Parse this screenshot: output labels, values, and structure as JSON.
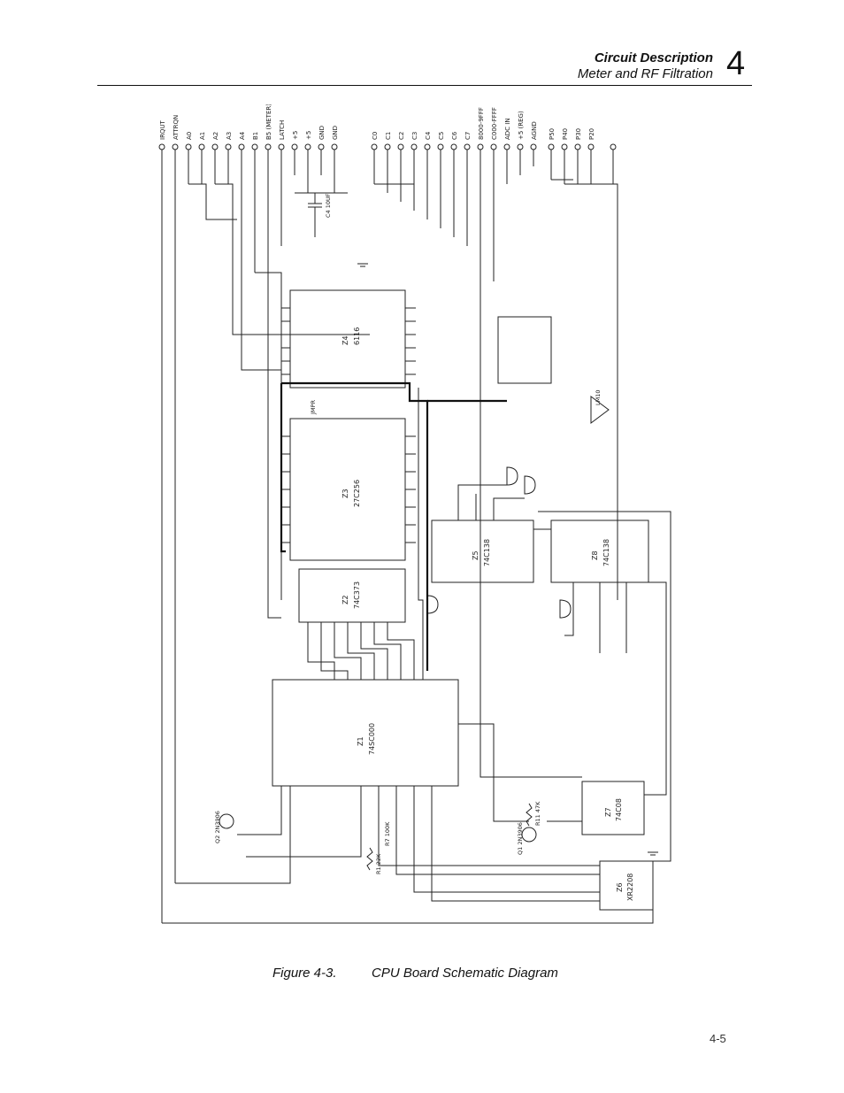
{
  "header": {
    "section_title": "Circuit Description",
    "section_subtitle": "Meter and RF Filtration",
    "chapter_number": "4"
  },
  "figure": {
    "number": "Figure 4-3.",
    "title": "CPU Board Schematic Diagram"
  },
  "schematic": {
    "top_pins_left": [
      "IRQUT",
      "ATTRQN",
      "A0",
      "A1",
      "A2",
      "A3",
      "A4",
      "B1",
      "B5 (METER)",
      "LATCH"
    ],
    "top_pins_power": [
      "+5",
      "+5",
      "GND",
      "GND"
    ],
    "top_pins_right": [
      "C0",
      "C1",
      "C2",
      "C3",
      "C4",
      "C5",
      "C6",
      "C7",
      "8000-9FFF",
      "C000-FFFF",
      "ADC IN",
      "+5 (REG)",
      "AGND",
      "P50",
      "P40",
      "P30",
      "P20"
    ],
    "chips": [
      {
        "ref": "Z1",
        "part": "74SC000"
      },
      {
        "ref": "Z2",
        "part": "74C373"
      },
      {
        "ref": "Z3",
        "part": "27C256"
      },
      {
        "ref": "Z4",
        "part": "6116"
      },
      {
        "ref": "Z5",
        "part": "74C138"
      },
      {
        "ref": "Z6",
        "part": "XR2208"
      },
      {
        "ref": "Z7",
        "part": "74C08"
      },
      {
        "ref": "Z8",
        "part": "74C138"
      }
    ],
    "components": [
      "C4 10UF",
      "R11 47K",
      "Q1 2N3906",
      "Q2 2N3906",
      "R1 22K",
      "R7 100K",
      "LM10",
      "JMPR"
    ]
  },
  "page": {
    "number": "4-5"
  }
}
